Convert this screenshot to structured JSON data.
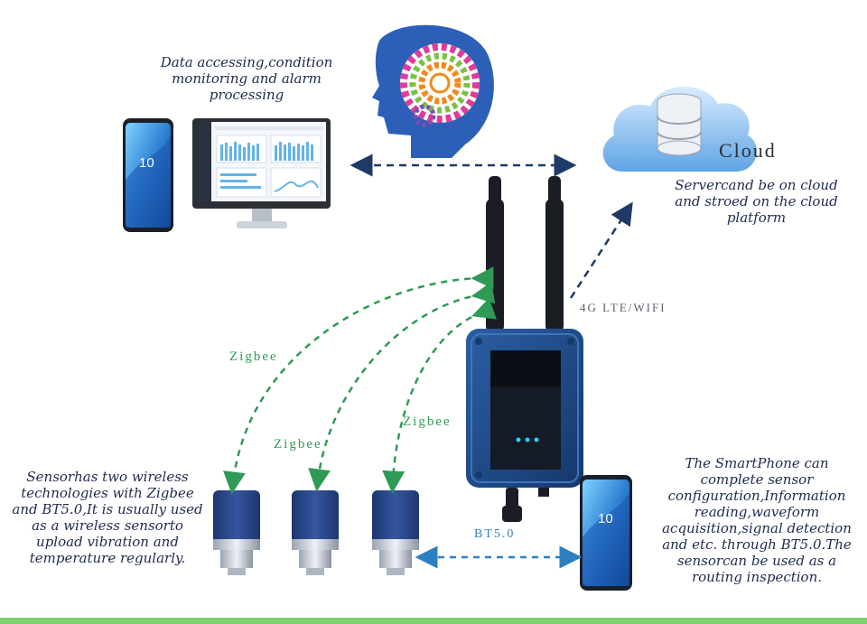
{
  "texts": {
    "data_access": [
      "Data accessing,condition",
      "monitoring and alarm",
      "processing"
    ],
    "cloud_title": "Cloud",
    "cloud_desc": [
      "Servercand be on cloud",
      "and stroed on the cloud",
      "platform"
    ],
    "lte_label": "4G LTE/WIFI",
    "zigbee_1": "Zigbee",
    "zigbee_2": "Zigbee",
    "zigbee_3": "Zigbee",
    "bt_label": "BT5.0",
    "sensor_desc": [
      "Sensorhas two wireless",
      "technologies with Zigbee",
      "and BT5.0,It is usually used",
      "as a wireless sensorto",
      "upload vibration and",
      "temperature regularly."
    ],
    "phone_desc": [
      "The SmartPhone can",
      "complete sensor",
      "configuration,Information",
      "reading,waveform",
      "acquisition,signal detection",
      "and etc. through BT5.0.The",
      "sensorcan be used as a",
      "routing inspection."
    ],
    "phone_screen": "10"
  },
  "colors": {
    "note_text": "#1d2b4f",
    "zigbee": "#2e9a55",
    "bt": "#2e7fc0",
    "dashed_dark": "#1f3a66",
    "gateway": "#1f4b86",
    "bottom_bar": "#7ed16e"
  }
}
